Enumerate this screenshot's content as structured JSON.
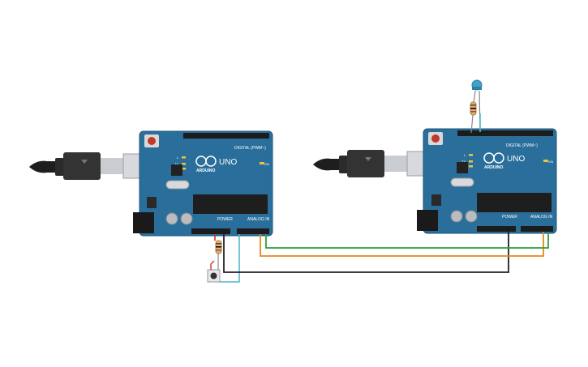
{
  "boards": [
    {
      "name": "arduino-uno-left",
      "brand": "ARDUINO",
      "model": "UNO",
      "digital_label": "DIGITAL (PWM~)",
      "power_label": "POWER",
      "analog_label": "ANALOG IN",
      "tx_label": "TX",
      "rx_label": "RX",
      "l_label": "L",
      "on_label": "ON",
      "color": "#2a6f9b"
    },
    {
      "name": "arduino-uno-right",
      "brand": "ARDUINO",
      "model": "UNO",
      "digital_label": "DIGITAL (PWM~)",
      "power_label": "POWER",
      "analog_label": "ANALOG IN",
      "tx_label": "TX",
      "rx_label": "RX",
      "l_label": "L",
      "on_label": "ON",
      "color": "#2a6f9b"
    }
  ],
  "components": {
    "led": {
      "color": "#3fa0c8"
    },
    "resistor_led": {
      "color": "#d9b27a"
    },
    "resistor_button": {
      "color": "#d9b27a"
    },
    "pushbutton": {
      "color": "#e8e8e8"
    }
  },
  "wires": {
    "green": "#2e9e3f",
    "orange": "#e08a1e",
    "black": "#222222",
    "teal": "#4fb9c9",
    "red": "#d2312b"
  }
}
